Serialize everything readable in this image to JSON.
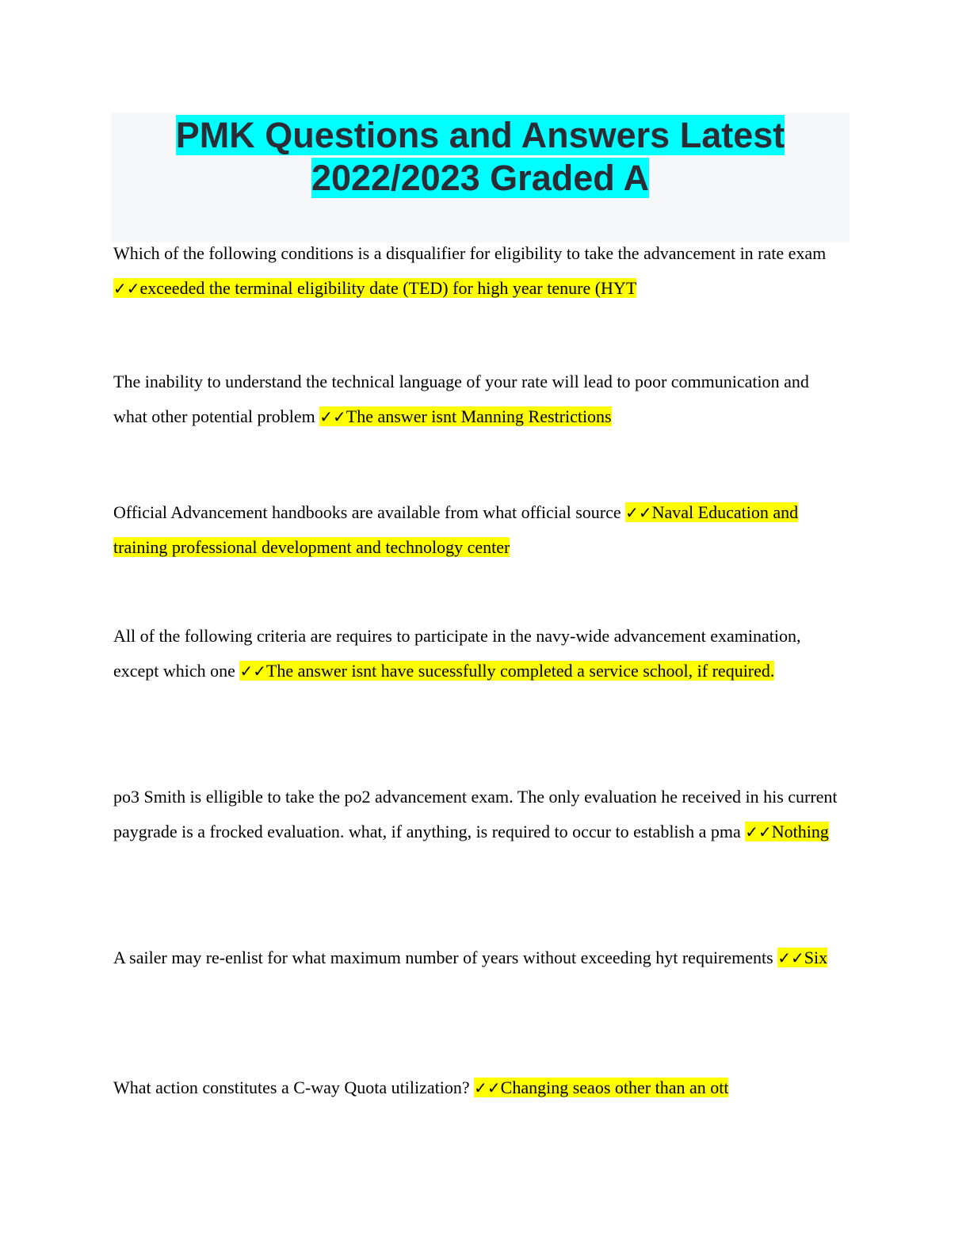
{
  "document": {
    "title": "PMK Questions and Answers Latest 2022/2023 Graded A",
    "check_mark": "✓✓",
    "items": [
      {
        "question": "Which of the following conditions is a disqualifier for eligibility to take the advancement in rate exam ",
        "answer": "exceeded the terminal eligibility date (TED) for high year tenure (HYT"
      },
      {
        "question": "The inability to understand the technical language of your rate will lead to poor communication and what other potential problem ",
        "answer": "The answer isnt Manning Restrictions"
      },
      {
        "question": "Official Advancement handbooks are available from what official source ",
        "answer": "Naval Education and training professional development and technology center"
      },
      {
        "question": "All of the following criteria are requires to participate in the navy-wide advancement examination, except which one ",
        "answer": "The answer isnt have sucessfully completed a service school, if required."
      },
      {
        "question": "po3 Smith is elligible to take the po2 advancement exam. The only evaluation he received in his current paygrade is a frocked evaluation. what, if anything, is required to occur to establish a pma ",
        "answer": "Nothing"
      },
      {
        "question": "A sailer may re-enlist for what maximum number of years without exceeding hyt requirements ",
        "answer": "Six"
      },
      {
        "question": "What action constitutes a C-way Quota utilization? ",
        "answer": "Changing seaos other than an ott"
      }
    ]
  }
}
